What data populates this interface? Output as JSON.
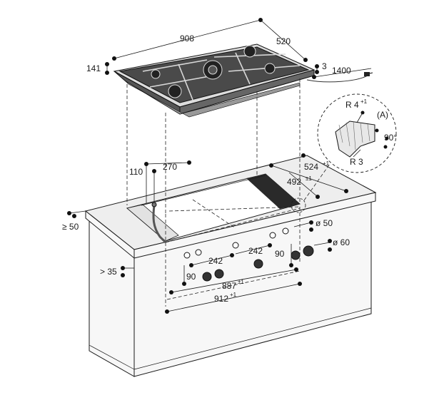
{
  "dimensions": {
    "hob_width": "908",
    "hob_depth": "520",
    "hob_height": "141",
    "hob_offset": "3",
    "cable_length": "1400",
    "gas_conn_x": "110",
    "gas_conn_offset": "270",
    "cutout_depth": "524",
    "cutout_depth_tol": "+1",
    "cutout_inner": "492",
    "cutout_inner_tol": "±1",
    "wall_distance": "≥ 50",
    "front_depth": "> 35",
    "knob_spacing_left": "242",
    "knob_spacing_right": "242",
    "knob_height_left": "90",
    "knob_height_right": "90",
    "cutout_width_a": "887",
    "cutout_width_a_tol": "±1",
    "cutout_width_b": "912",
    "cutout_width_b_tol": "+1",
    "hole_small": "ø 50",
    "hole_large": "ø 60"
  },
  "detail": {
    "radius_top": "R 4",
    "radius_top_tol": "+1",
    "marker": "(A)",
    "angle": "90°",
    "radius_bottom": "R 3"
  }
}
